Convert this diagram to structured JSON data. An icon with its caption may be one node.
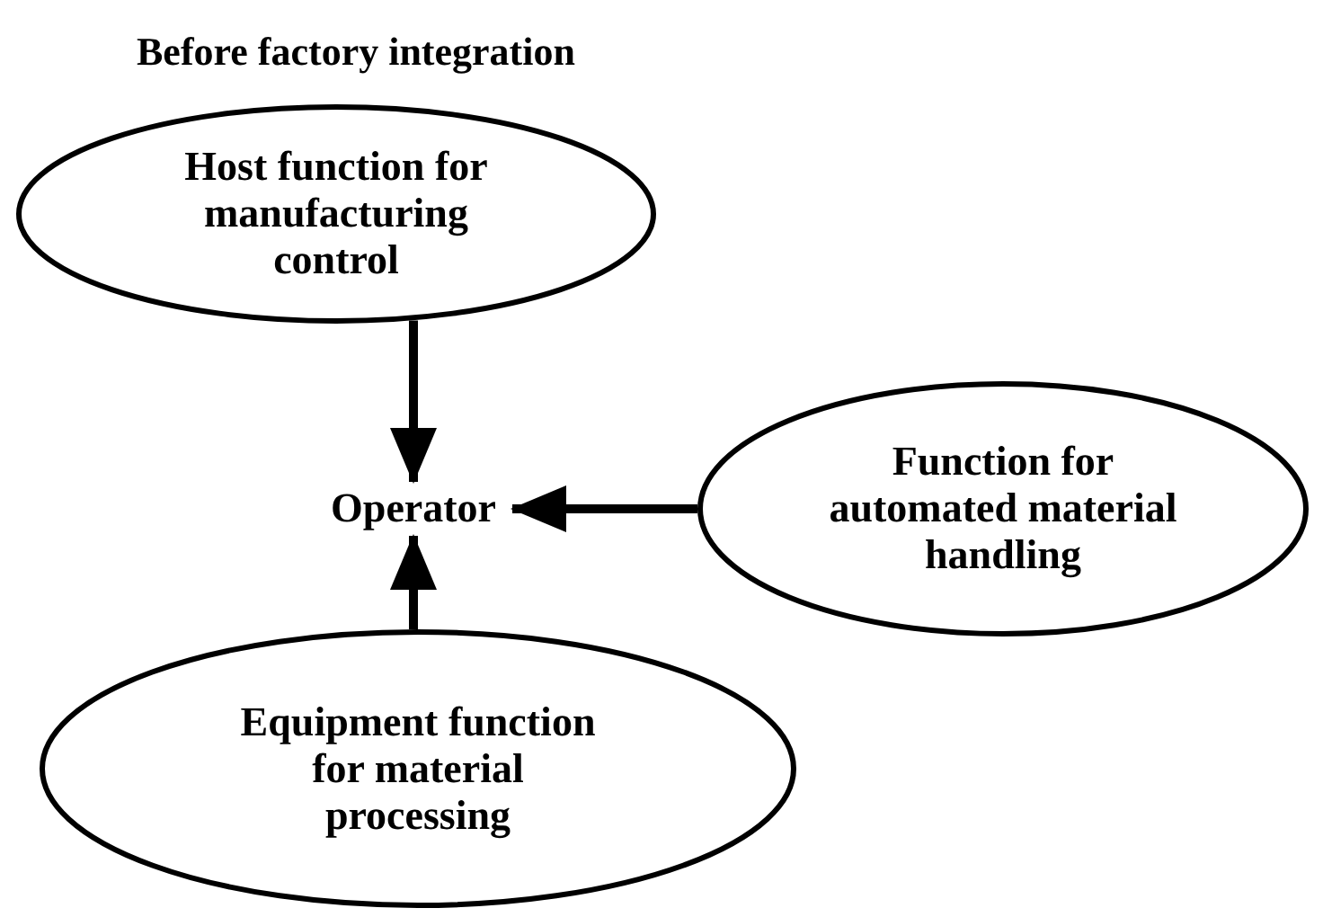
{
  "diagram": {
    "title": "Before factory integration",
    "nodes": [
      {
        "text": [
          "Host function for manufacturing control"
        ]
      },
      {
        "text": [
          "Operator"
        ]
      },
      {
        "text": [
          "Function for automated material handling"
        ]
      },
      {
        "text": [
          "Equipment function for material processing"
        ]
      }
    ],
    "edges": [
      {
        "from": 0,
        "to": 1,
        "arrow": "to"
      },
      {
        "from": 2,
        "to": 1,
        "arrow": "to"
      },
      {
        "from": 3,
        "to": 1,
        "arrow": "to"
      }
    ]
  }
}
